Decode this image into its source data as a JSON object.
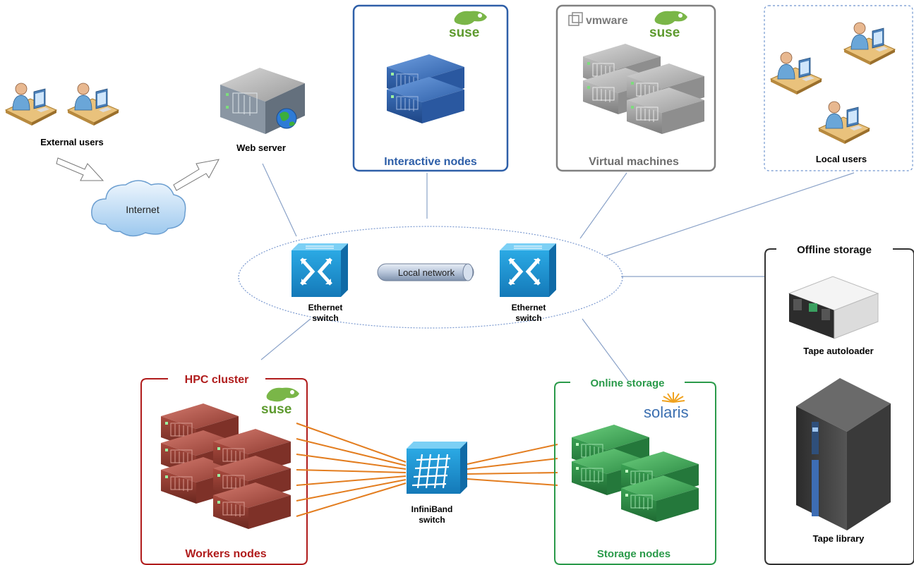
{
  "diagram": {
    "users_external": "External users",
    "cloud_label": "Internet",
    "web_server": "Web server",
    "interactive_nodes": "Interactive nodes",
    "virtual_machines": "Virtual machines",
    "local_users": "Local users",
    "local_network": "Local network",
    "ethernet_switch_left": [
      "Ethernet",
      "switch"
    ],
    "ethernet_switch_right": [
      "Ethernet",
      "switch"
    ],
    "hpc_cluster": "HPC cluster",
    "workers_nodes": "Workers nodes",
    "infiniband_switch": [
      "InfiniBand",
      "switch"
    ],
    "online_storage": "Online storage",
    "storage_nodes": "Storage nodes",
    "offline_storage": "Offline storage",
    "tape_autoloader": "Tape autoloader",
    "tape_library": "Tape library",
    "logos": {
      "suse": "suse",
      "vmware": "vmware",
      "solaris": "solaris"
    },
    "colors": {
      "interactive": "#2e5fa8",
      "virtual": "#808080",
      "hpc": "#b01c1c",
      "online": "#2a9a4a",
      "offline": "#333333",
      "local_users_border": "#6f95cf",
      "link": "#8aa2c8",
      "infiniband_link": "#e37d1f"
    }
  }
}
